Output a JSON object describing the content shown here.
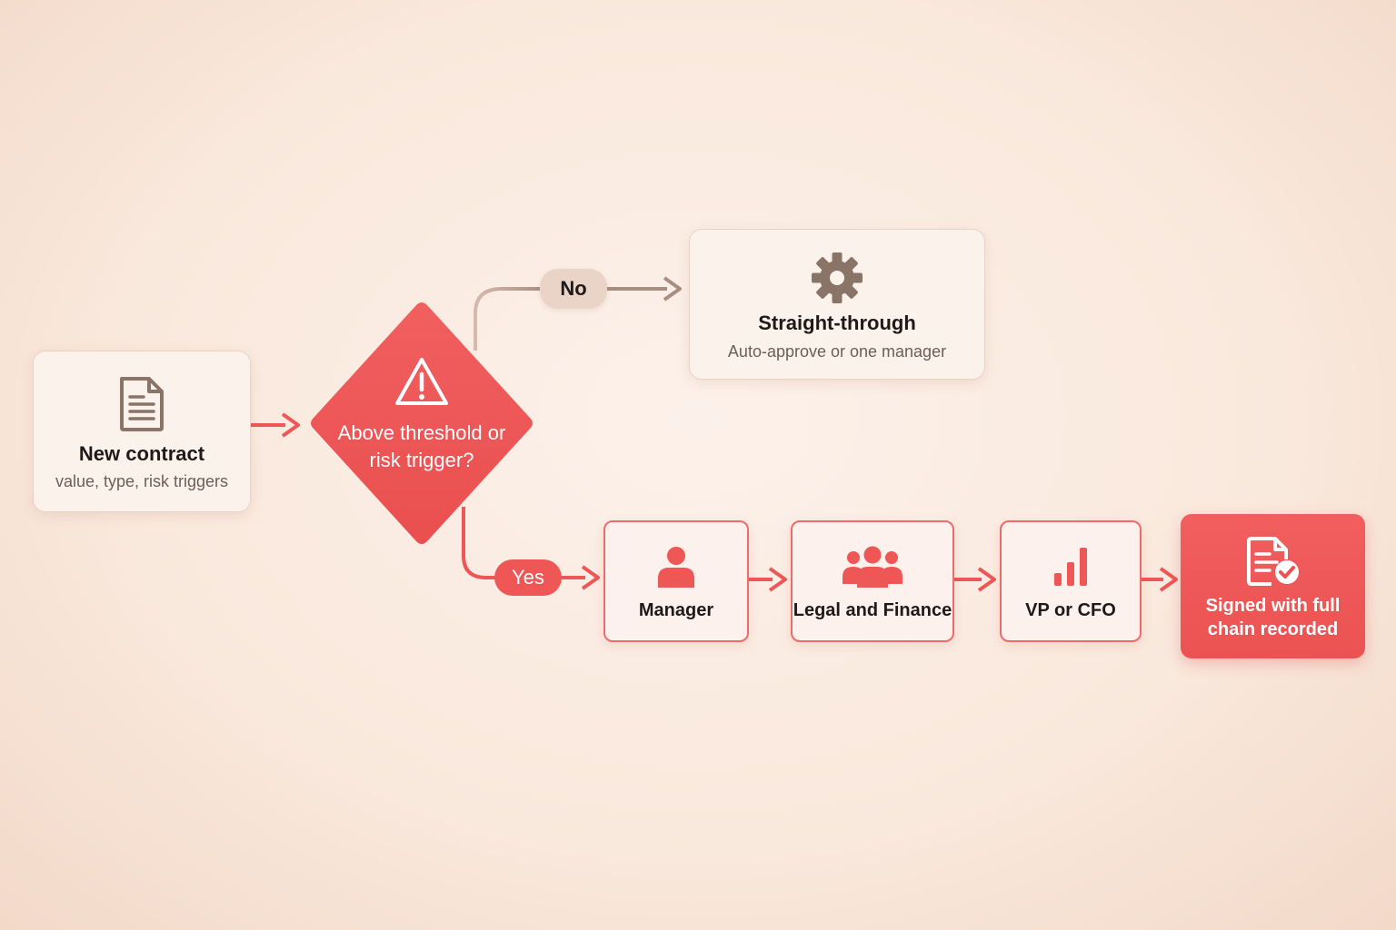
{
  "start": {
    "title": "New contract",
    "subtitle": "value, type, risk triggers",
    "icon": "document-icon"
  },
  "decision": {
    "title": "Above threshold or risk trigger?",
    "icon": "warning-icon"
  },
  "branches": {
    "no_label": "No",
    "yes_label": "Yes"
  },
  "straight_through": {
    "title": "Straight-through",
    "subtitle": "Auto-approve or one manager",
    "icon": "gear-icon"
  },
  "steps": [
    {
      "title": "Manager",
      "icon": "person-icon"
    },
    {
      "title": "Legal and Finance",
      "icon": "group-icon"
    },
    {
      "title": "VP or CFO",
      "icon": "bar-chart-icon"
    }
  ],
  "end": {
    "title": "Signed with full chain recorded",
    "icon": "signed-document-icon"
  },
  "colors": {
    "accent": "#ef5656",
    "neutral_connector": "#b79e91",
    "card_background": "#fbf2ec",
    "icon_neutral": "#8a7468"
  }
}
